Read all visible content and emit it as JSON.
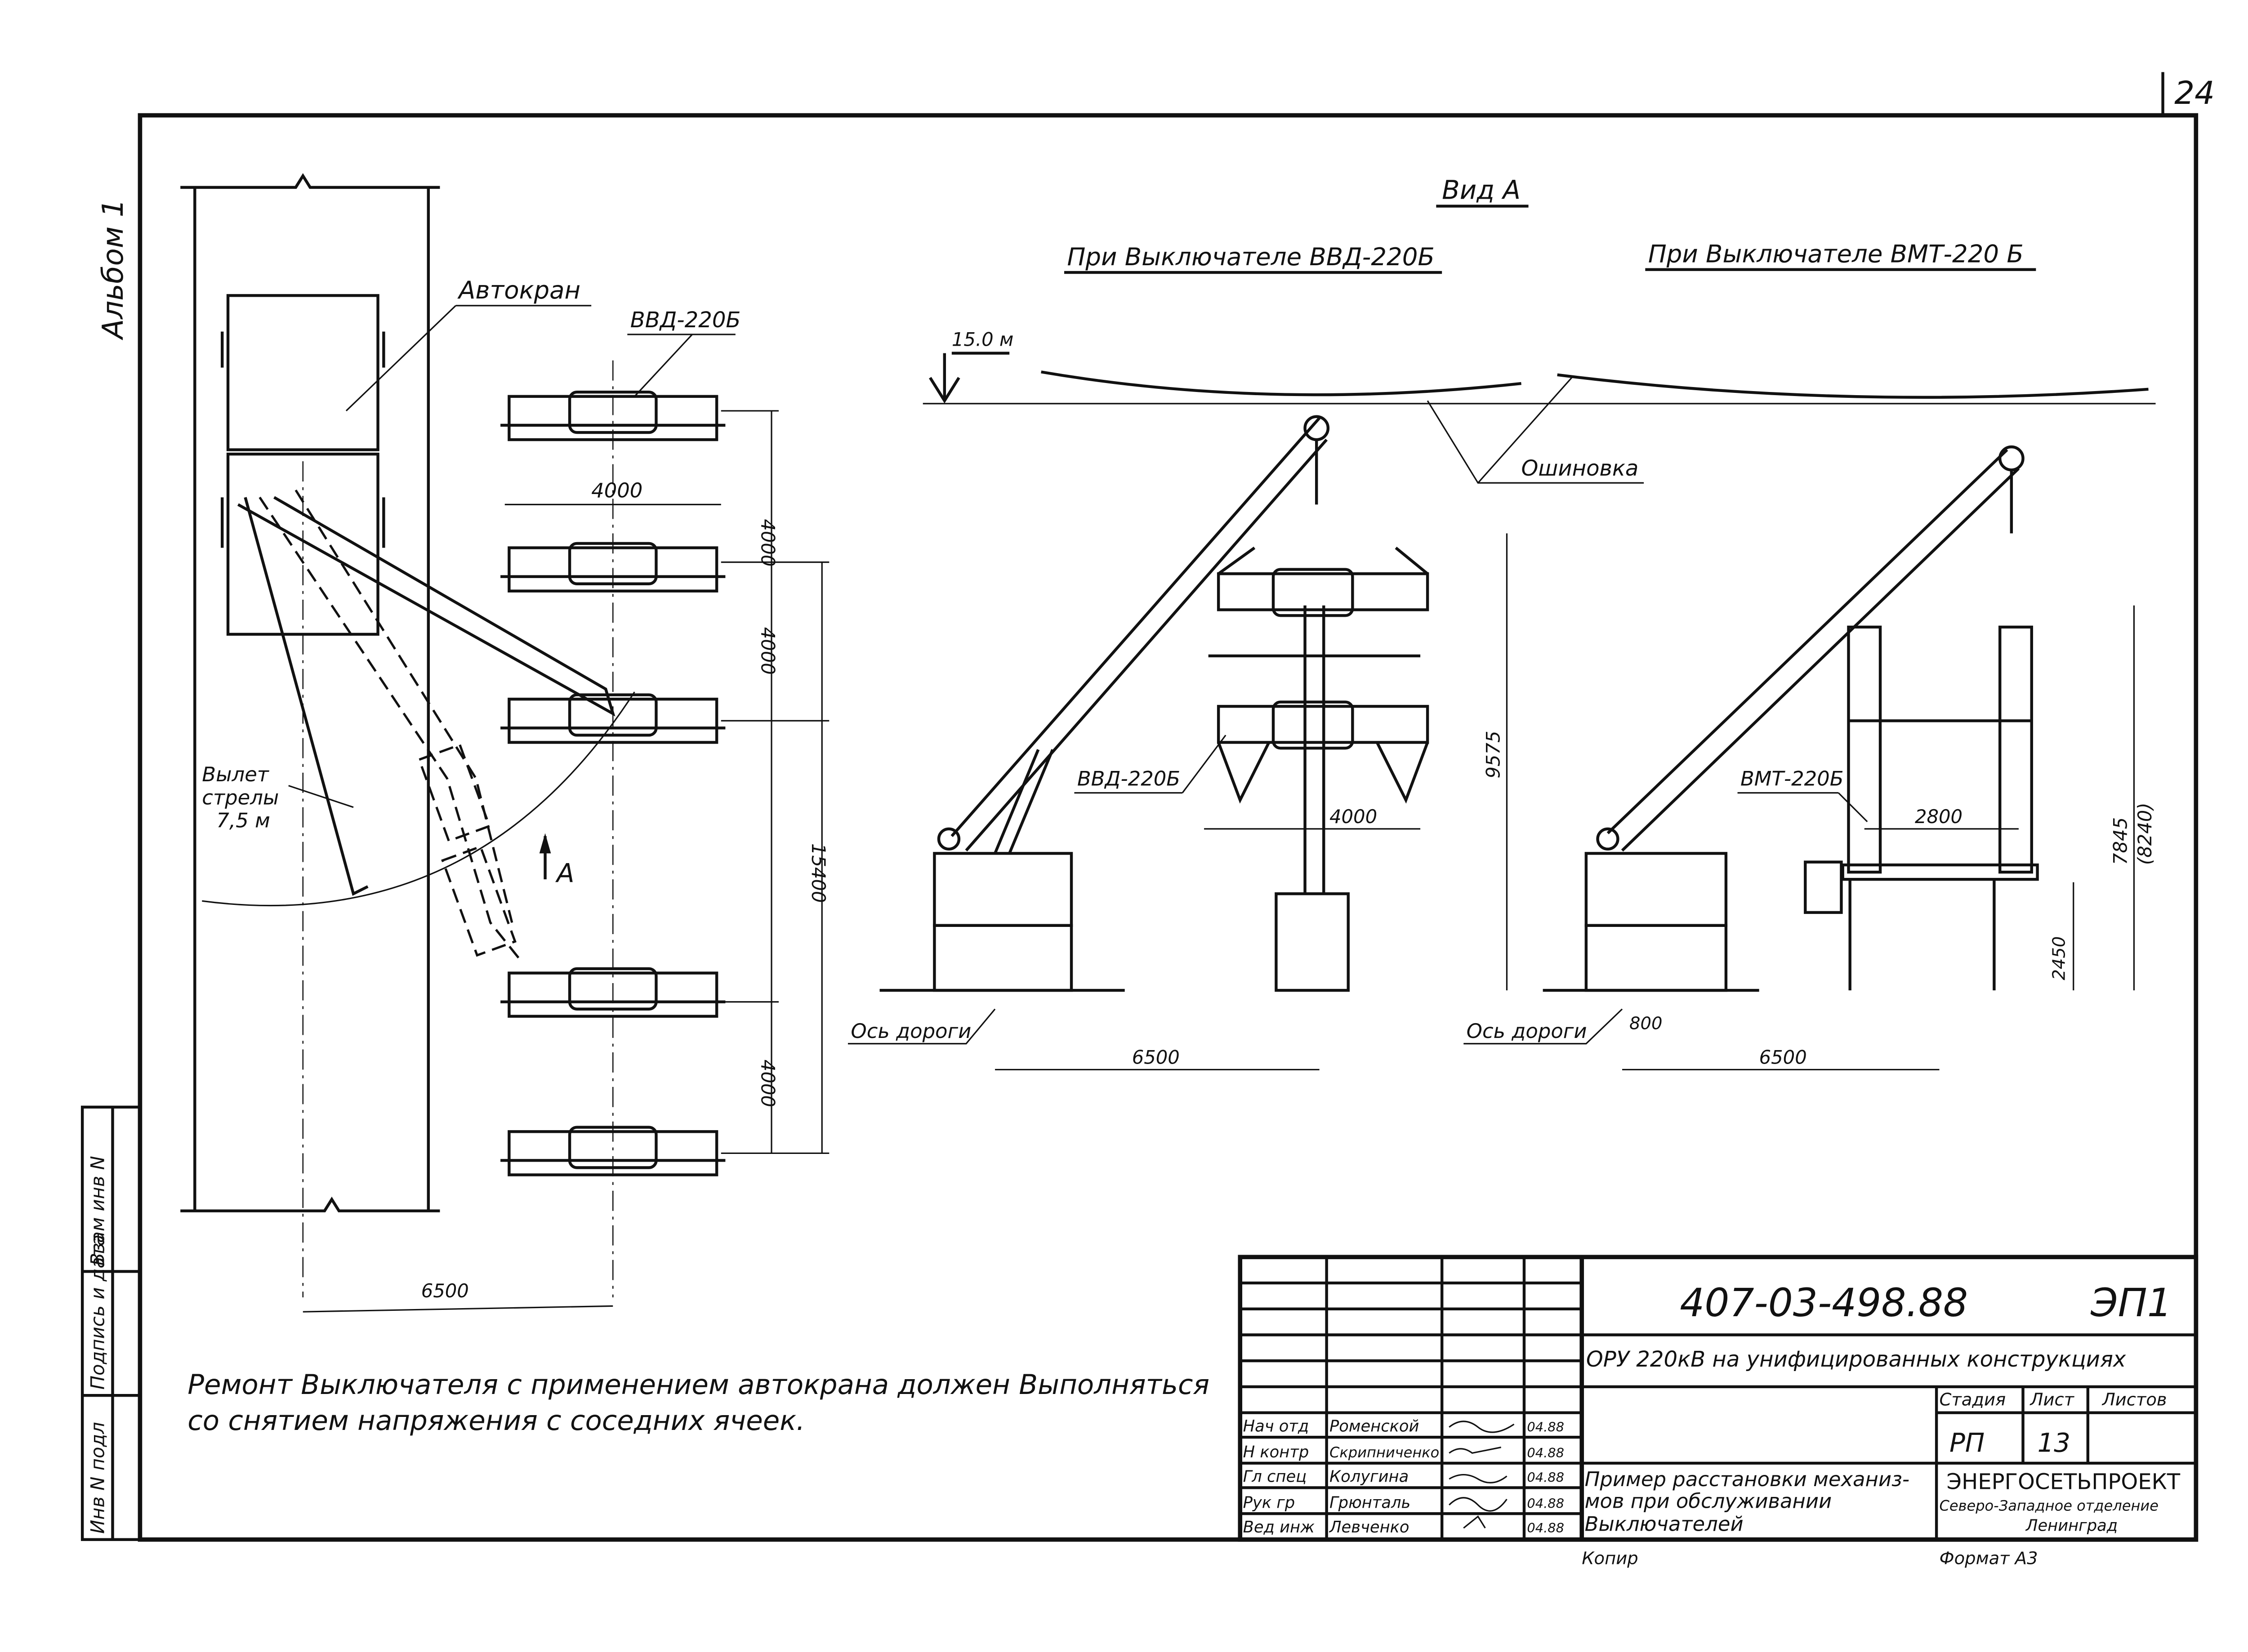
{
  "sheet": {
    "page_number": "24",
    "album_label": "Альбом 1",
    "side_stamp": [
      "Взам инв N",
      "Подпись и дата",
      "Инв N подл"
    ]
  },
  "plan": {
    "crane_label": "Автокран",
    "breaker_label": "ВВД-220Б",
    "boom_reach": [
      "Вылет",
      "стрелы",
      "7,5 м"
    ],
    "view_arrow": "А",
    "dims": {
      "w4000": "4000",
      "s1": "4000",
      "s2": "4000",
      "s3": "4000",
      "total": "15400",
      "offset": "6500"
    }
  },
  "views": {
    "title": "Вид А",
    "left_title": "При Выключателе ВВД-220Б",
    "right_title": "При Выключателе ВМТ-220 Б",
    "level": "15.0 м",
    "busbar": "Ошиновка",
    "left": {
      "breaker": "ВВД-220Б",
      "width": "4000",
      "height": "9575",
      "road_axis": "Ось дороги",
      "offset": "6500"
    },
    "right": {
      "breaker": "ВМТ-220Б",
      "width": "2800",
      "height": "7845",
      "height_alt": "(8240)",
      "base": "2450",
      "road_axis": "Ось дороги",
      "road_offset": "800",
      "offset": "6500"
    }
  },
  "note": [
    "Ремонт Выключателя с применением автокрана должен Выполняться",
    "со снятием напряжения с соседних ячеек."
  ],
  "title_block": {
    "doc_code": "407-03-498.88",
    "sheet_code": "ЭП1",
    "project": "ОРУ 220кВ на унифицированных конструкциях",
    "headers": {
      "stage": "Стадия",
      "sheet": "Лист",
      "sheets": "Листов"
    },
    "stage": "РП",
    "sheet_no": "13",
    "drawing_title": [
      "Пример расстановки механиз-",
      "мов при обслуживании",
      "Выключателей"
    ],
    "organization": [
      "ЭНЕРГОСЕТЬПРОЕКТ",
      "Северо-Западное отделение",
      "Ленинград"
    ],
    "signatures": [
      {
        "role": "Нач отд",
        "name": "Роменской",
        "date": "04.88"
      },
      {
        "role": "Н контр",
        "name": "Скрипниченко",
        "date": "04.88"
      },
      {
        "role": "Гл спец",
        "name": "Колугина",
        "date": "04.88"
      },
      {
        "role": "Рук гр",
        "name": "Грюнталь",
        "date": "04.88"
      },
      {
        "role": "Вед инж",
        "name": "Левченко",
        "date": "04.88"
      }
    ],
    "copied": "Копир",
    "format": "Формат А3"
  }
}
